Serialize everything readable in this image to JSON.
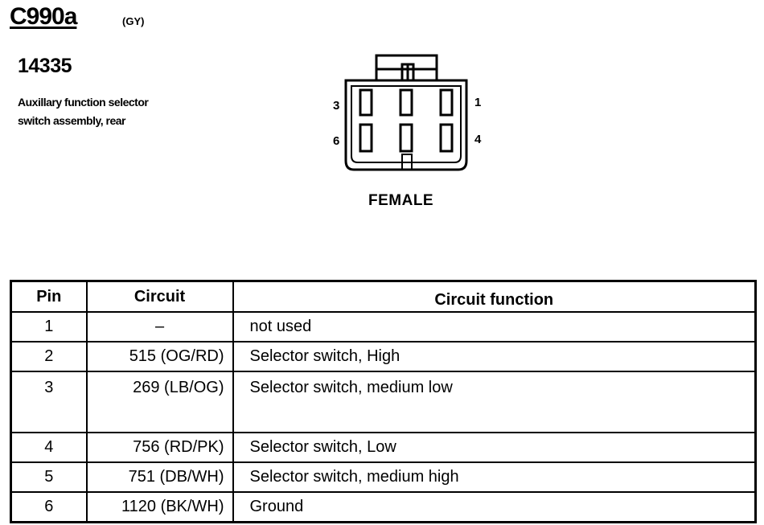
{
  "header": {
    "connector_id": "C990a",
    "color_code": "(GY)",
    "part_number": "14335",
    "description_line1": "Auxillary function selector",
    "description_line2": "switch assembly, rear"
  },
  "diagram": {
    "pin_labels": {
      "top_left": "3",
      "top_right": "1",
      "bottom_left": "6",
      "bottom_right": "4"
    },
    "gender": "FEMALE"
  },
  "table": {
    "headers": {
      "pin": "Pin",
      "circuit": "Circuit",
      "function": "Circuit function"
    },
    "rows": [
      {
        "pin": "1",
        "circuit": "–",
        "function": "not used"
      },
      {
        "pin": "2",
        "circuit": "515 (OG/RD)",
        "function": "Selector switch, High"
      },
      {
        "pin": "3",
        "circuit": "269 (LB/OG)",
        "function": "Selector switch, medium low"
      },
      {
        "pin": "4",
        "circuit": "756 (RD/PK)",
        "function": "Selector switch, Low"
      },
      {
        "pin": "5",
        "circuit": "751 (DB/WH)",
        "function": "Selector switch, medium high"
      },
      {
        "pin": "6",
        "circuit": "1120 (BK/WH)",
        "function": "Ground"
      }
    ]
  }
}
